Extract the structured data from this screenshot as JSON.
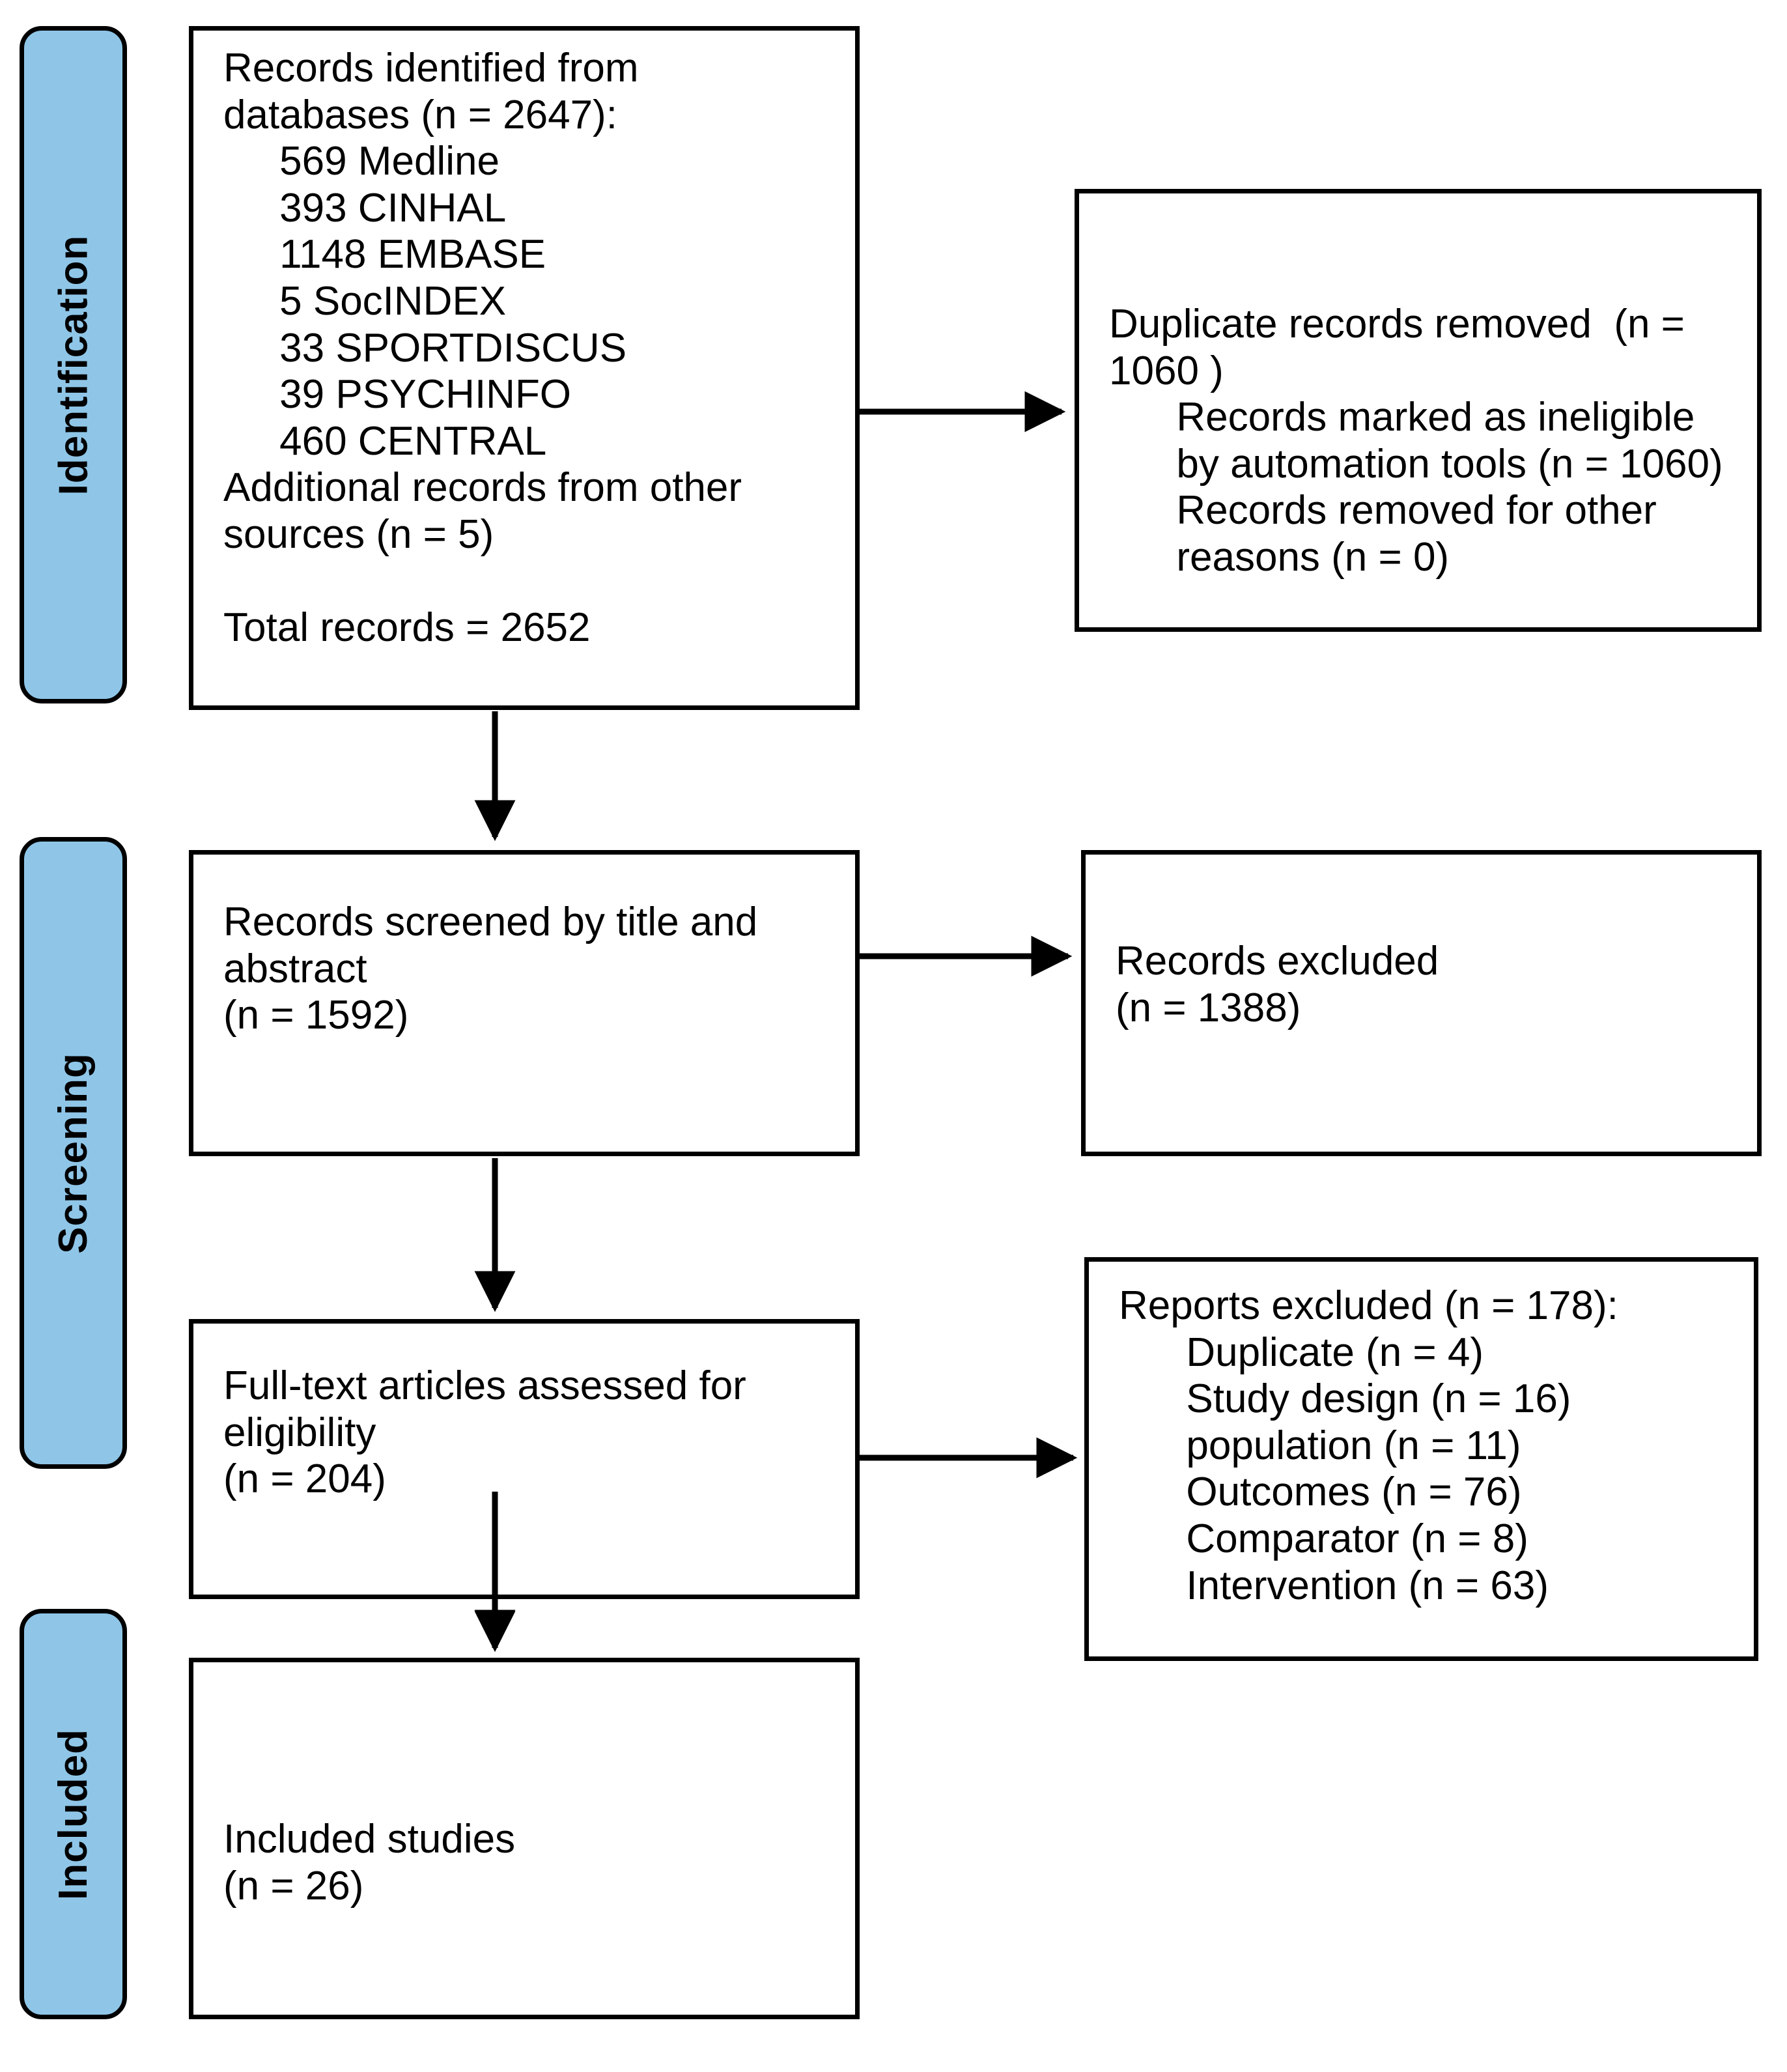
{
  "diagram": {
    "type": "prisma-flow-diagram",
    "stages": [
      {
        "key": "identification",
        "label": "Identification"
      },
      {
        "key": "screening",
        "label": "Screening"
      },
      {
        "key": "included",
        "label": "Included"
      }
    ],
    "accent_color": "#8FC6E8",
    "border_color": "#000000",
    "background_color": "#FFFFFF"
  },
  "boxes": {
    "identified": {
      "name": "records-identified",
      "text": "Records identified from\ndatabases (n = 2647):\n     569 Medline\n     393 CINHAL\n     1148 EMBASE\n     5 SocINDEX\n     33 SPORTDISCUS\n     39 PSYCHINFO\n     460 CENTRAL\nAdditional records from other\nsources (n = 5)\n\nTotal records = 2652",
      "heading": "Records identified from databases (n = 2647):",
      "databases": [
        {
          "count": 569,
          "name": "Medline"
        },
        {
          "count": 393,
          "name": "CINHAL"
        },
        {
          "count": 1148,
          "name": "EMBASE"
        },
        {
          "count": 5,
          "name": "SocINDEX"
        },
        {
          "count": 33,
          "name": "SPORTDISCUS"
        },
        {
          "count": 39,
          "name": "PSYCHINFO"
        },
        {
          "count": 460,
          "name": "CENTRAL"
        }
      ],
      "databases_total": 2647,
      "additional_sources": 5,
      "total_records": 2652
    },
    "duplicates": {
      "name": "duplicate-records-removed",
      "text": "Duplicate records removed  (n =\n1060 )\n      Records marked as ineligible\n      by automation tools (n = 1060)\n      Records removed for other\n      reasons (n = 0)",
      "heading": "Duplicate records removed  (n = 1060 )",
      "duplicates_removed": 1060,
      "marked_ineligible_by_automation": 1060,
      "removed_other_reasons": 0
    },
    "screened": {
      "name": "records-screened",
      "text": "Records screened by title and\nabstract\n(n = 1592)",
      "heading": "Records screened by title and abstract",
      "n": 1592
    },
    "excluded": {
      "name": "records-excluded",
      "text": "Records excluded\n(n = 1388)",
      "heading": "Records excluded",
      "n": 1388
    },
    "fulltext": {
      "name": "full-text-assessed",
      "text": "Full-text articles assessed for\neligibility\n(n = 204)",
      "heading": "Full-text articles assessed for eligibility",
      "n": 204
    },
    "reports": {
      "name": "reports-excluded",
      "text": "Reports excluded (n = 178):\n      Duplicate (n = 4)\n      Study design (n = 16)\n      population (n = 11)\n      Outcomes (n = 76)\n      Comparator (n = 8)\n      Intervention (n = 63)",
      "heading": "Reports excluded (n = 178):",
      "total": 178,
      "reasons": [
        {
          "label": "Duplicate",
          "n": 4
        },
        {
          "label": "Study design",
          "n": 16
        },
        {
          "label": "population",
          "n": 11
        },
        {
          "label": "Outcomes",
          "n": 76
        },
        {
          "label": "Comparator",
          "n": 8
        },
        {
          "label": "Intervention",
          "n": 63
        }
      ]
    },
    "included": {
      "name": "included-studies",
      "text": "Included studies\n(n = 26)",
      "heading": "Included studies",
      "n": 26
    }
  },
  "connectors": [
    {
      "name": "identified-to-duplicates",
      "from": "identified",
      "to": "duplicates",
      "direction": "right"
    },
    {
      "name": "identified-to-screened",
      "from": "identified",
      "to": "screened",
      "direction": "down"
    },
    {
      "name": "screened-to-excluded",
      "from": "screened",
      "to": "excluded",
      "direction": "right"
    },
    {
      "name": "screened-to-fulltext",
      "from": "screened",
      "to": "fulltext",
      "direction": "down"
    },
    {
      "name": "fulltext-to-reports",
      "from": "fulltext",
      "to": "reports",
      "direction": "right"
    },
    {
      "name": "fulltext-to-included",
      "from": "fulltext",
      "to": "included",
      "direction": "down"
    }
  ]
}
